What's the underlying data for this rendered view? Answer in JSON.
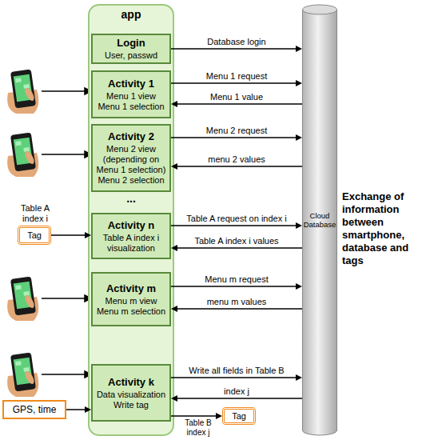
{
  "diagram": {
    "nodes": [
      {
        "text": [
          "app"
        ]
      },
      {
        "text": [
          "Login",
          "User, passwd"
        ],
        "in": 0
      },
      {
        "text": [
          "Activity 1",
          "Menu 1 view",
          "Menu 1 selection"
        ],
        "in": 0
      },
      {
        "text": [
          "Activity 2",
          "Menu 2 view (depending on Menu 1 selection)",
          "Menu 2 selection"
        ],
        "in": 0
      },
      {
        "text": [
          "Activity n",
          "Table A index i visualization"
        ],
        "in": 0
      },
      {
        "text": [
          "Activity m",
          "Menu m view",
          "Menu m selection"
        ],
        "in": 0
      },
      {
        "text": [
          "Activity k",
          "Data visualization",
          "Write tag"
        ],
        "in": 0
      },
      {
        "text": [
          "Cloud Database"
        ]
      },
      {
        "text": [
          "Tag"
        ]
      },
      {
        "text": [
          "GPS, time"
        ]
      },
      {
        "text": [
          "Tag"
        ]
      }
    ],
    "edges": [
      {
        "from": 1,
        "to": 7,
        "label": "Database login",
        "arrow": "to"
      },
      {
        "from": 2,
        "to": 7,
        "label": "Menu 1 request",
        "arrow": "to"
      },
      {
        "from": 7,
        "to": 2,
        "label": "Menu 1 value",
        "arrow": "to"
      },
      {
        "from": 3,
        "to": 7,
        "label": "Menu 2 request",
        "arrow": "to"
      },
      {
        "from": 7,
        "to": 3,
        "label": "menu 2 values",
        "arrow": "to"
      },
      {
        "from": 4,
        "to": 7,
        "label": "Table A request on index i",
        "arrow": "to"
      },
      {
        "from": 7,
        "to": 4,
        "label": "Table A index i values",
        "arrow": "to"
      },
      {
        "from": 5,
        "to": 7,
        "label": "Menu m request",
        "arrow": "to"
      },
      {
        "from": 7,
        "to": 5,
        "label": "menu m values",
        "arrow": "to"
      },
      {
        "from": 6,
        "to": 7,
        "label": "Write all fields in Table B",
        "arrow": "to"
      },
      {
        "from": 7,
        "to": 6,
        "label": "index j",
        "arrow": "to"
      },
      {
        "from": 6,
        "to": 10,
        "label": "Table B index j",
        "arrow": "to"
      },
      {
        "from": 8,
        "to": 4,
        "label": "Table A index i",
        "arrow": "to"
      },
      {
        "from": 9,
        "to": 6,
        "arrow": "to"
      }
    ],
    "labels": [
      "...",
      "Exchange of information between smartphone, database and tags"
    ]
  }
}
